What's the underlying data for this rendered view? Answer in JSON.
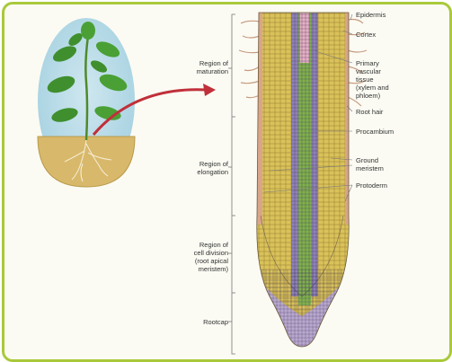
{
  "diagram": {
    "region_labels": [
      {
        "id": "maturation",
        "text": "Region of\nmaturation"
      },
      {
        "id": "elongation",
        "text": "Region of\nelongation"
      },
      {
        "id": "division",
        "text": "Region of\ncell division\n(root apical\nmeristem)"
      },
      {
        "id": "rootcap",
        "text": "Rootcap"
      }
    ],
    "structure_labels": [
      {
        "id": "epidermis",
        "text": "Epidermis"
      },
      {
        "id": "cortex",
        "text": "Cortex"
      },
      {
        "id": "vascular",
        "text": "Primary\nvascular\ntissue\n(xylem and\nphloem)"
      },
      {
        "id": "root_hair",
        "text": "Root hair"
      },
      {
        "id": "procambium",
        "text": "Procambium"
      },
      {
        "id": "ground_meristem",
        "text": "Ground\nmeristem"
      },
      {
        "id": "protoderm",
        "text": "Protoderm"
      }
    ],
    "colors": {
      "frame": "#a9c93a",
      "epidermis": "#d9a58a",
      "cortex": "#d9c25a",
      "vascular_green": "#7fb24a",
      "pink": "#e8b0c4",
      "purple": "#8f82b8",
      "rootcap": "#b9a8cf",
      "soil": "#d8b86a",
      "leaf": "#3f8f2e",
      "arrow": "#c0303a"
    }
  }
}
